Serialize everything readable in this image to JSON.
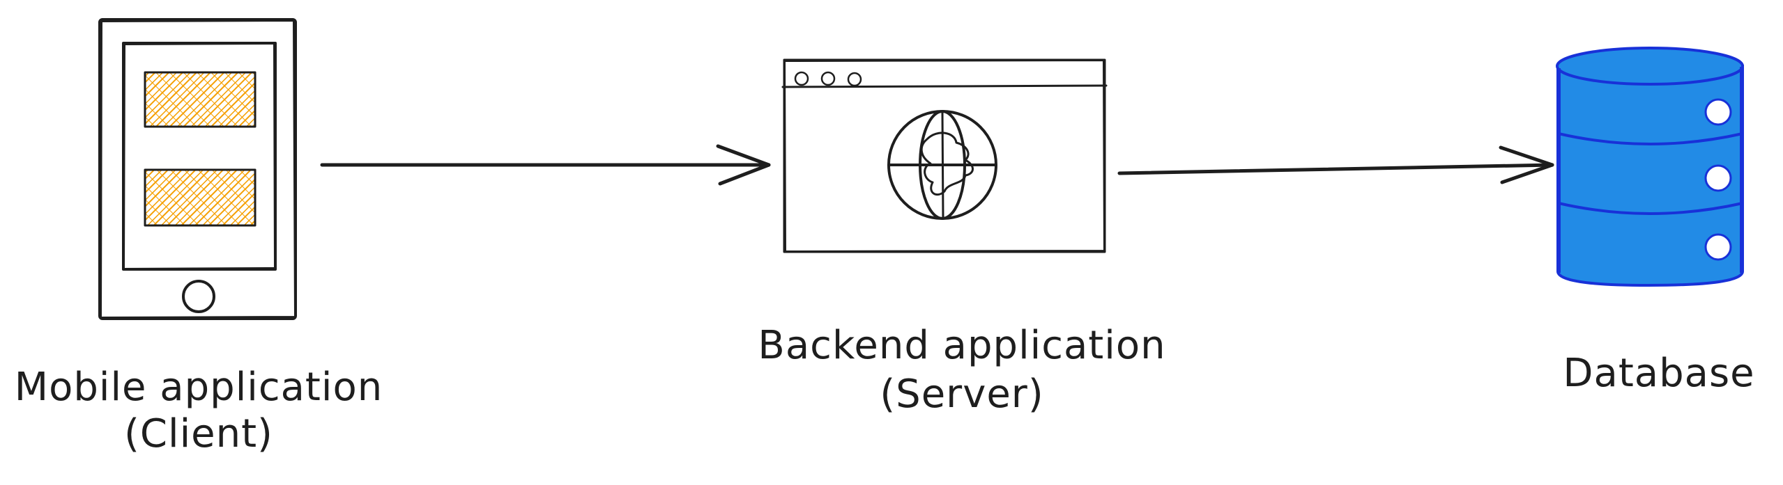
{
  "nodes": {
    "client": {
      "label_line1": "Mobile application",
      "label_line2": "(Client)",
      "icon": "mobile-phone-icon"
    },
    "server": {
      "label_line1": "Backend application",
      "label_line2": "(Server)",
      "icon": "browser-window-globe-icon"
    },
    "database": {
      "label_line1": "Database",
      "icon": "database-cylinder-icon"
    }
  },
  "edges": [
    {
      "from": "client",
      "to": "server"
    },
    {
      "from": "server",
      "to": "database"
    }
  ],
  "colors": {
    "stroke": "#1e1e1e",
    "phone_body": "#ced4da",
    "phone_screen": "#ffffff",
    "hatch": "#f59f00",
    "globe_water": "#1c9cea",
    "globe_land": "#40c057",
    "dot_red": "#e03131",
    "dot_yellow": "#f59f00",
    "dot_green": "#2f9e44",
    "db_fill": "#228be6",
    "db_stroke": "#1831d8"
  }
}
